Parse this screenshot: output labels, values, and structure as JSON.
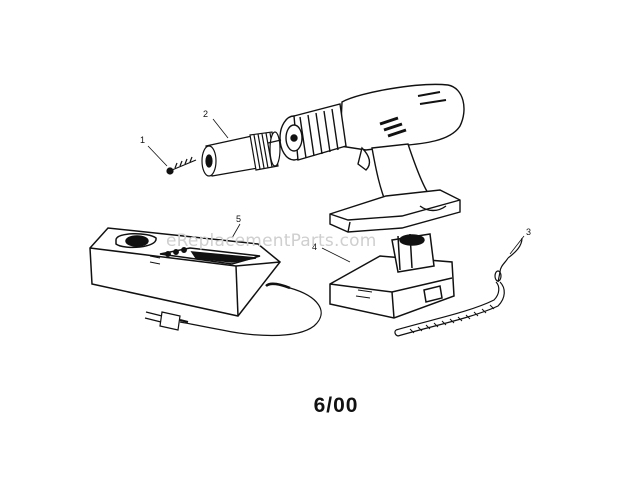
{
  "diagram": {
    "watermark": "eReplacementParts.com",
    "date_code": "6/00",
    "callouts": [
      {
        "id": "1",
        "label": "1"
      },
      {
        "id": "2",
        "label": "2"
      },
      {
        "id": "3",
        "label": "3"
      },
      {
        "id": "4",
        "label": "4"
      },
      {
        "id": "5",
        "label": "5"
      }
    ]
  }
}
